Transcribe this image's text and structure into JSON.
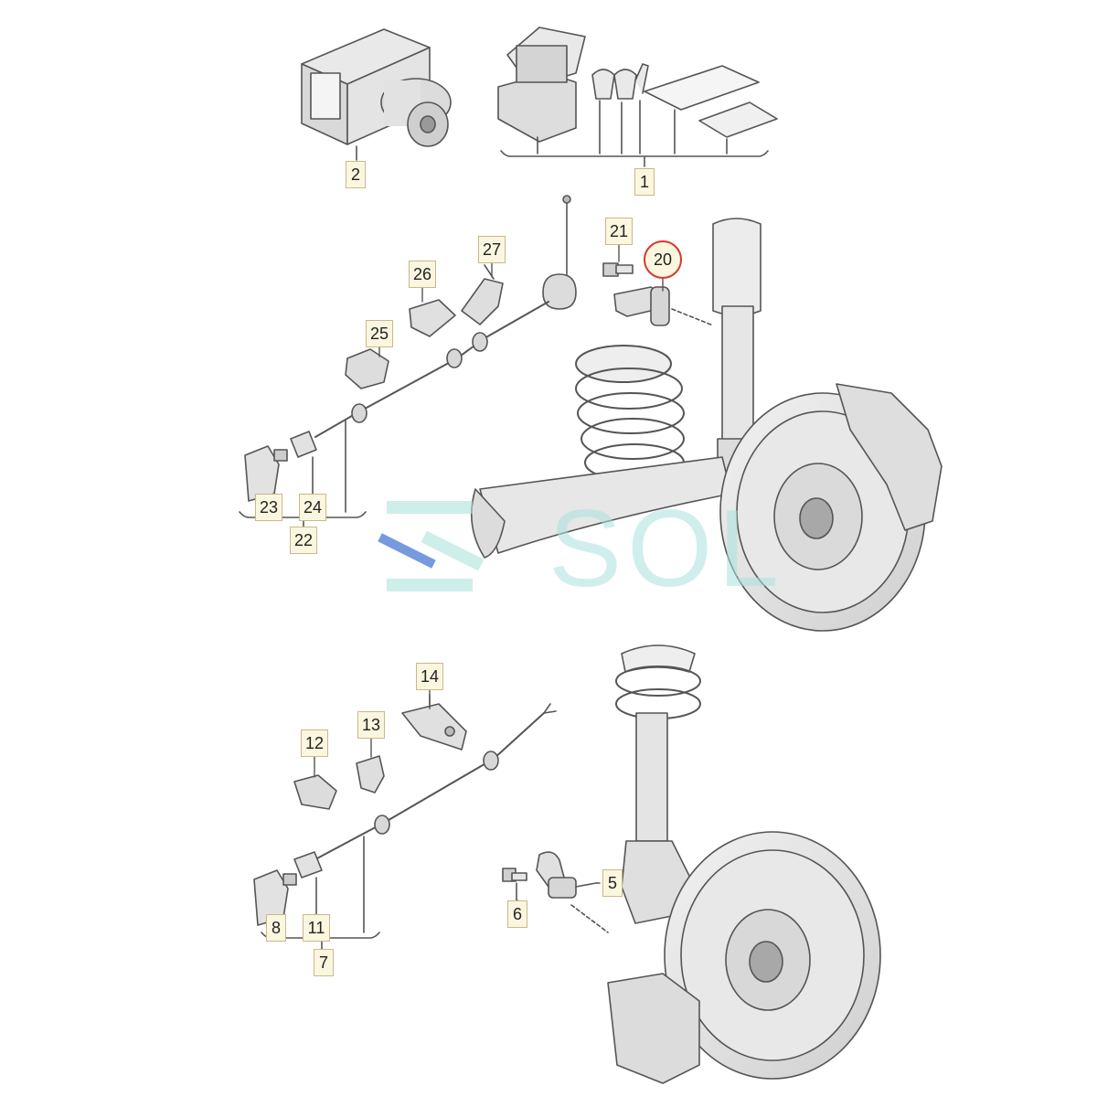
{
  "colors": {
    "outline": "#555555",
    "part_fill": "#e9e9e9",
    "part_shade": "#d2d2d2",
    "callout_fill": "#fbf6df",
    "callout_border": "#c9b98a",
    "highlight_ring": "#d33a2c",
    "watermark_teal": "#aee3dc",
    "watermark_blue": "#3d6fd1"
  },
  "watermark": {
    "text": "SOL"
  },
  "callouts": [
    {
      "id": "abs-unit",
      "label": "2"
    },
    {
      "id": "control-unit-kit",
      "label": "1"
    },
    {
      "id": "bolt-rear",
      "label": "21"
    },
    {
      "id": "rear-speed-sensor",
      "label": "20",
      "highlighted": true
    },
    {
      "id": "clip-27",
      "label": "27"
    },
    {
      "id": "clip-26",
      "label": "26"
    },
    {
      "id": "clip-25",
      "label": "25"
    },
    {
      "id": "connector-23",
      "label": "23"
    },
    {
      "id": "plug-24",
      "label": "24"
    },
    {
      "id": "rear-wire-harness",
      "label": "22"
    },
    {
      "id": "bracket-14",
      "label": "14"
    },
    {
      "id": "clip-13",
      "label": "13"
    },
    {
      "id": "clip-12",
      "label": "12"
    },
    {
      "id": "front-speed-sensor",
      "label": "5"
    },
    {
      "id": "bolt-front",
      "label": "6"
    },
    {
      "id": "connector-8",
      "label": "8"
    },
    {
      "id": "plug-11",
      "label": "11"
    },
    {
      "id": "front-wire-harness",
      "label": "7"
    }
  ]
}
